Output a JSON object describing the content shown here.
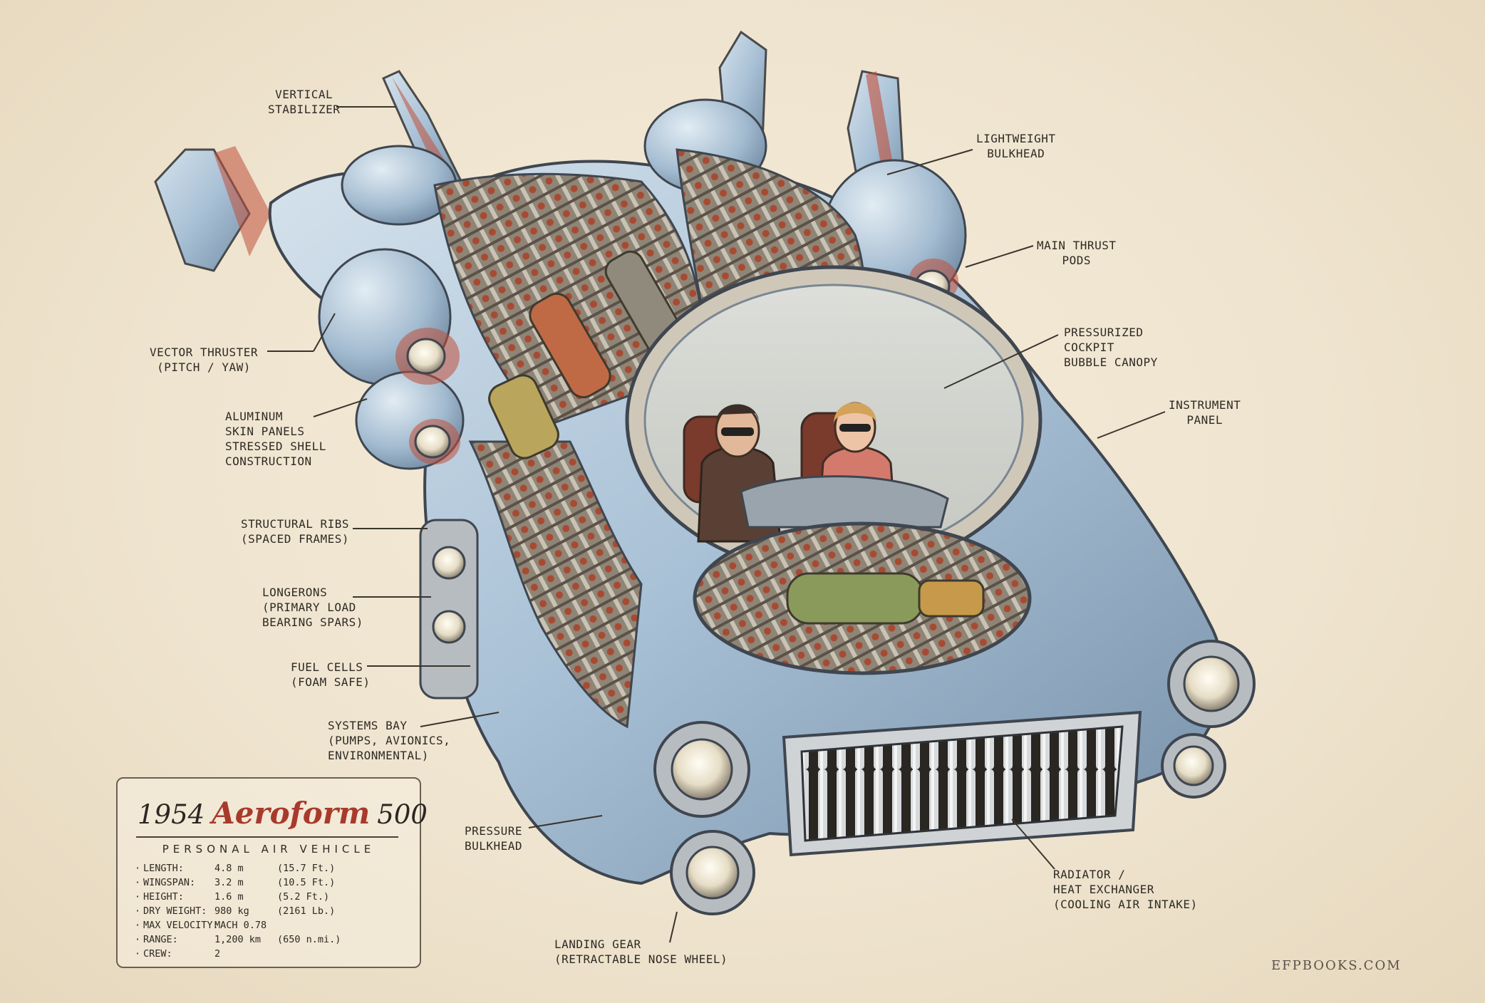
{
  "colors": {
    "paper": "#efe4cf",
    "ink": "#2e2a24",
    "accent_red": "#a83a2c",
    "hull_blue": "#a9c1d6",
    "hull_shadow": "#6f8aa3",
    "trim_red": "#c0503a",
    "engine_green": "#8a9a5b"
  },
  "title": {
    "year": "1954",
    "name": "Aeroform",
    "model": "500",
    "subtitle": "PERSONAL AIR VEHICLE"
  },
  "specs": [
    {
      "label": "LENGTH:",
      "metric": "4.8  m",
      "imperial": "(15.7 Ft.)"
    },
    {
      "label": "WINGSPAN:",
      "metric": "3.2  m",
      "imperial": "(10.5 Ft.)"
    },
    {
      "label": "HEIGHT:",
      "metric": "1.6  m",
      "imperial": "(5.2 Ft.)"
    },
    {
      "label": "DRY WEIGHT:",
      "metric": "980 kg",
      "imperial": "(2161 Lb.)"
    },
    {
      "label": "MAX VELOCITY:",
      "metric": "MACH  0.78",
      "imperial": ""
    },
    {
      "label": "RANGE:",
      "metric": "1,200 km",
      "imperial": "(650 n.mi.)"
    },
    {
      "label": "CREW:",
      "metric": "2",
      "imperial": ""
    }
  ],
  "callouts": {
    "vertical_stabilizer": [
      "VERTICAL",
      "STABILIZER"
    ],
    "lightweight_bulkhead": [
      "LIGHTWEIGHT",
      "BULKHEAD"
    ],
    "main_thrust_pods": [
      "MAIN THRUST",
      "PODS"
    ],
    "vector_thruster": [
      "VECTOR THRUSTER",
      "(PITCH / YAW)"
    ],
    "pressurized_canopy": [
      "PRESSURIZED",
      "COCKPIT",
      "BUBBLE CANOPY"
    ],
    "aluminum_skin": [
      "ALUMINUM",
      "SKIN PANELS",
      "STRESSED SHELL",
      "CONSTRUCTION"
    ],
    "instrument_panel": [
      "INSTRUMENT",
      "PANEL"
    ],
    "structural_ribs": [
      "STRUCTURAL RIBS",
      "(SPACED FRAMES)"
    ],
    "longerons": [
      "LONGERONS",
      "(PRIMARY LOAD",
      "BEARING SPARS)"
    ],
    "fuel_cells": [
      "FUEL CELLS",
      "(FOAM SAFE)"
    ],
    "systems_bay": [
      "SYSTEMS BAY",
      "(PUMPS, AVIONICS,",
      "ENVIRONMENTAL)"
    ],
    "pressure_bulkhead": [
      "PRESSURE",
      "BULKHEAD"
    ],
    "radiator": [
      "RADIATOR /",
      "HEAT EXCHANGER",
      "(COOLING AIR INTAKE)"
    ],
    "landing_gear": [
      "LANDING GEAR",
      "(RETRACTABLE NOSE WHEEL)"
    ]
  },
  "watermark": "EFPBOOKS.COM"
}
